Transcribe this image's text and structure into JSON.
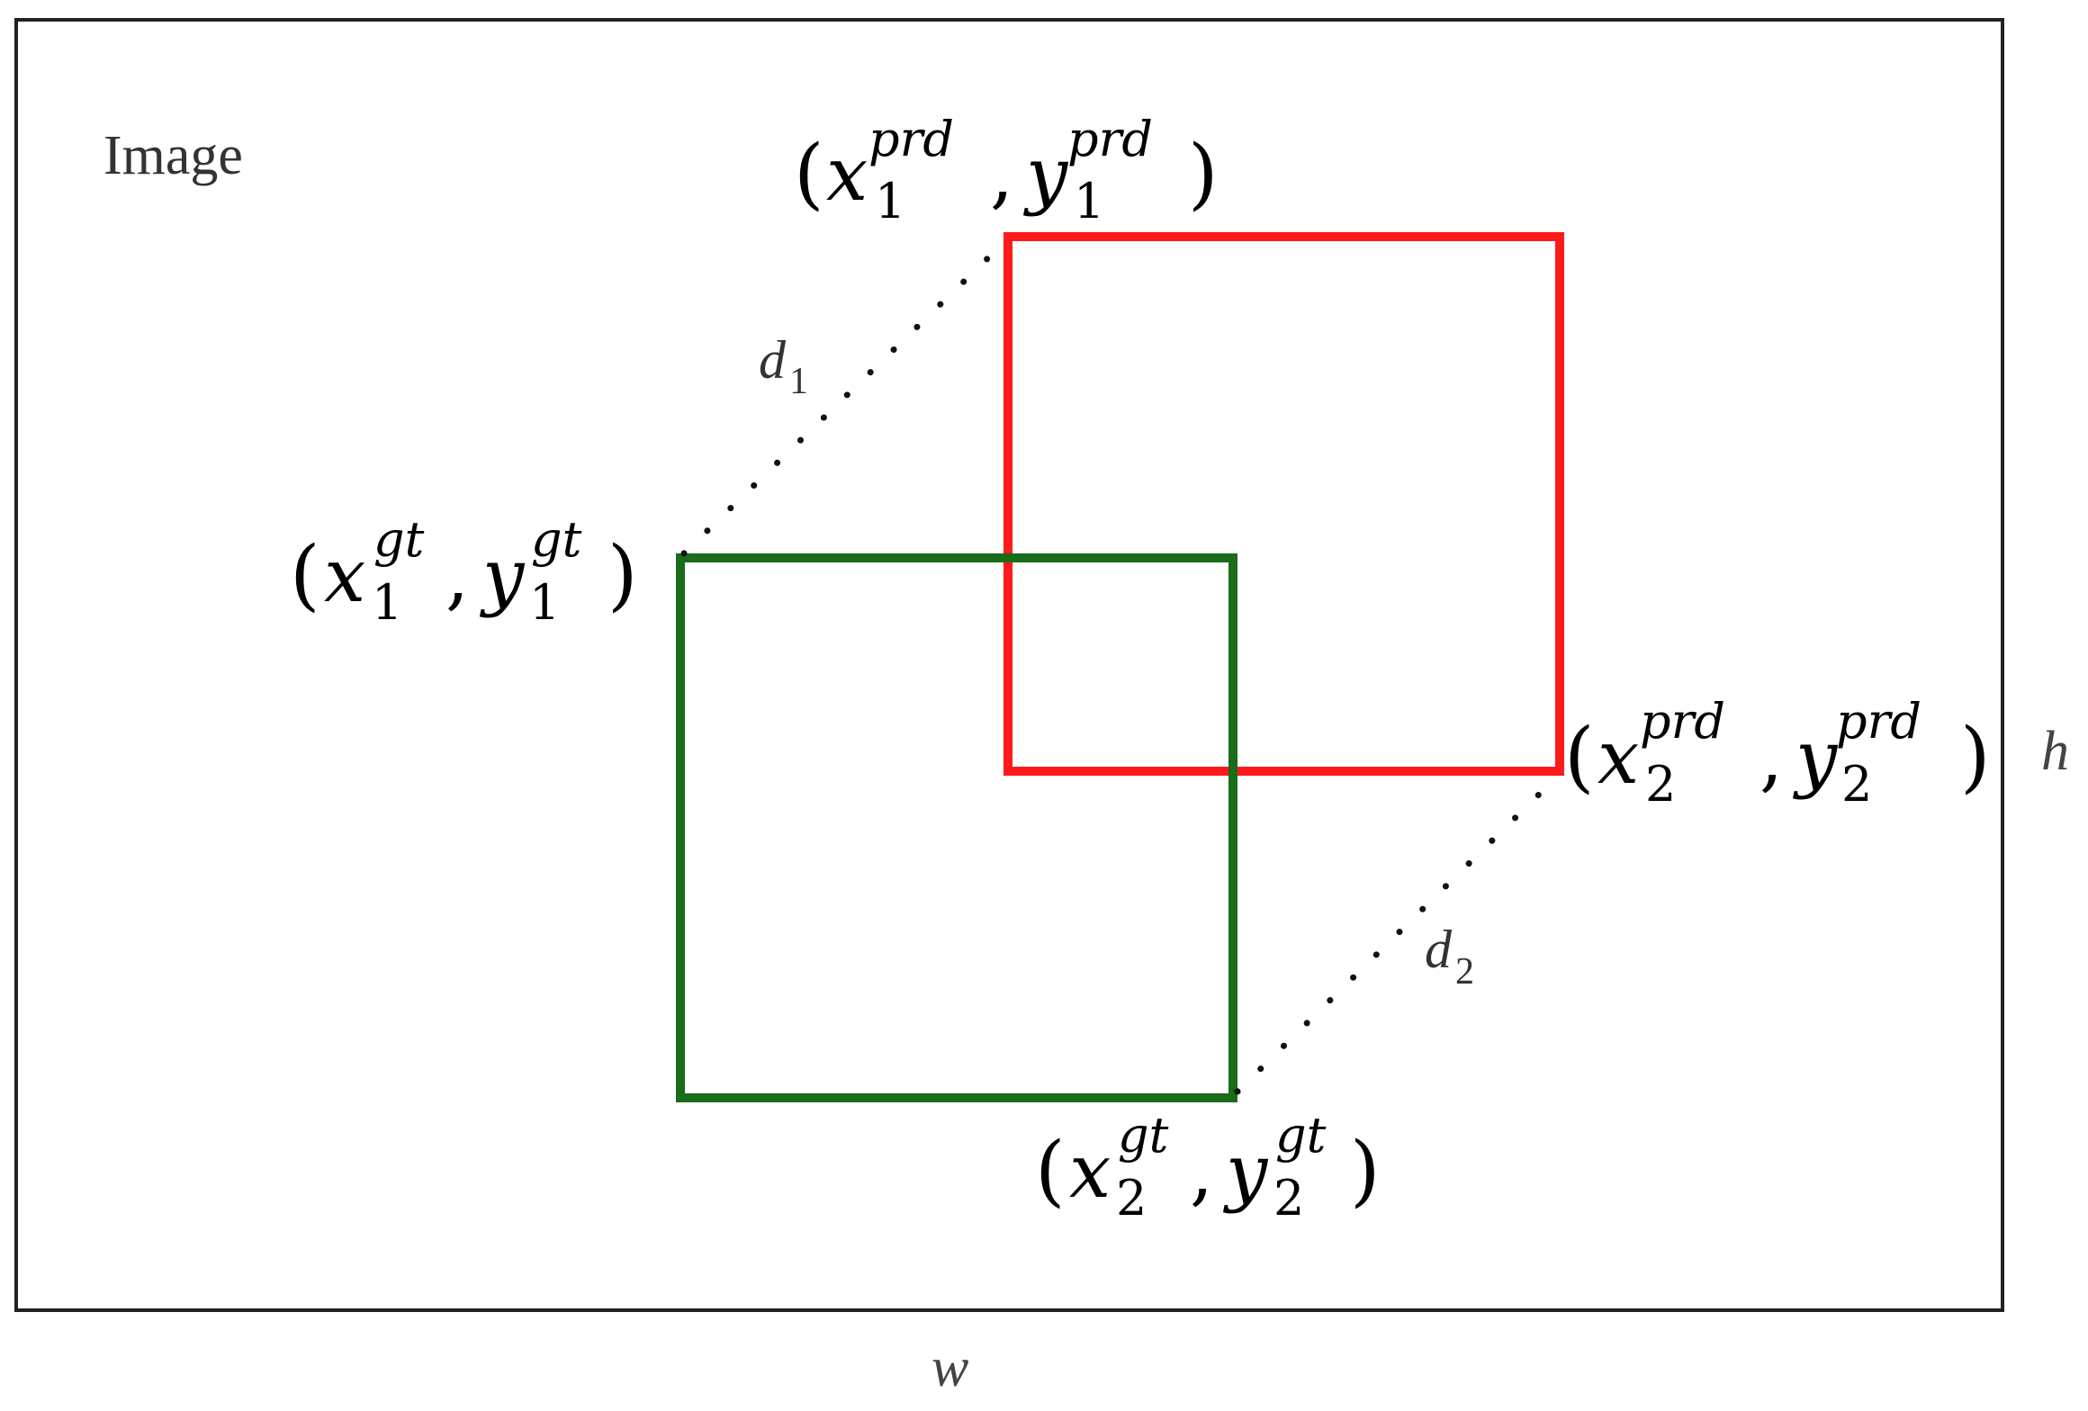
{
  "image_label": "Image",
  "width_label": "w",
  "height_label": "h",
  "distance_labels": {
    "d1": {
      "base": "d",
      "sub": "1"
    },
    "d2": {
      "base": "d",
      "sub": "2"
    }
  },
  "points": {
    "pred_top_left": {
      "x": "x",
      "y": "y",
      "sub": "1",
      "sup": "prd"
    },
    "pred_bottom_right": {
      "x": "x",
      "y": "y",
      "sub": "2",
      "sup": "prd"
    },
    "gt_top_left": {
      "x": "x",
      "y": "y",
      "sub": "1",
      "sup": "gt"
    },
    "gt_bottom_right": {
      "x": "x",
      "y": "y",
      "sub": "2",
      "sup": "gt"
    }
  },
  "colors": {
    "pred_box": "#ff1a1a",
    "gt_box": "#1a6b1a",
    "frame": "#222222",
    "text": "#000000",
    "dots": "#111111"
  }
}
